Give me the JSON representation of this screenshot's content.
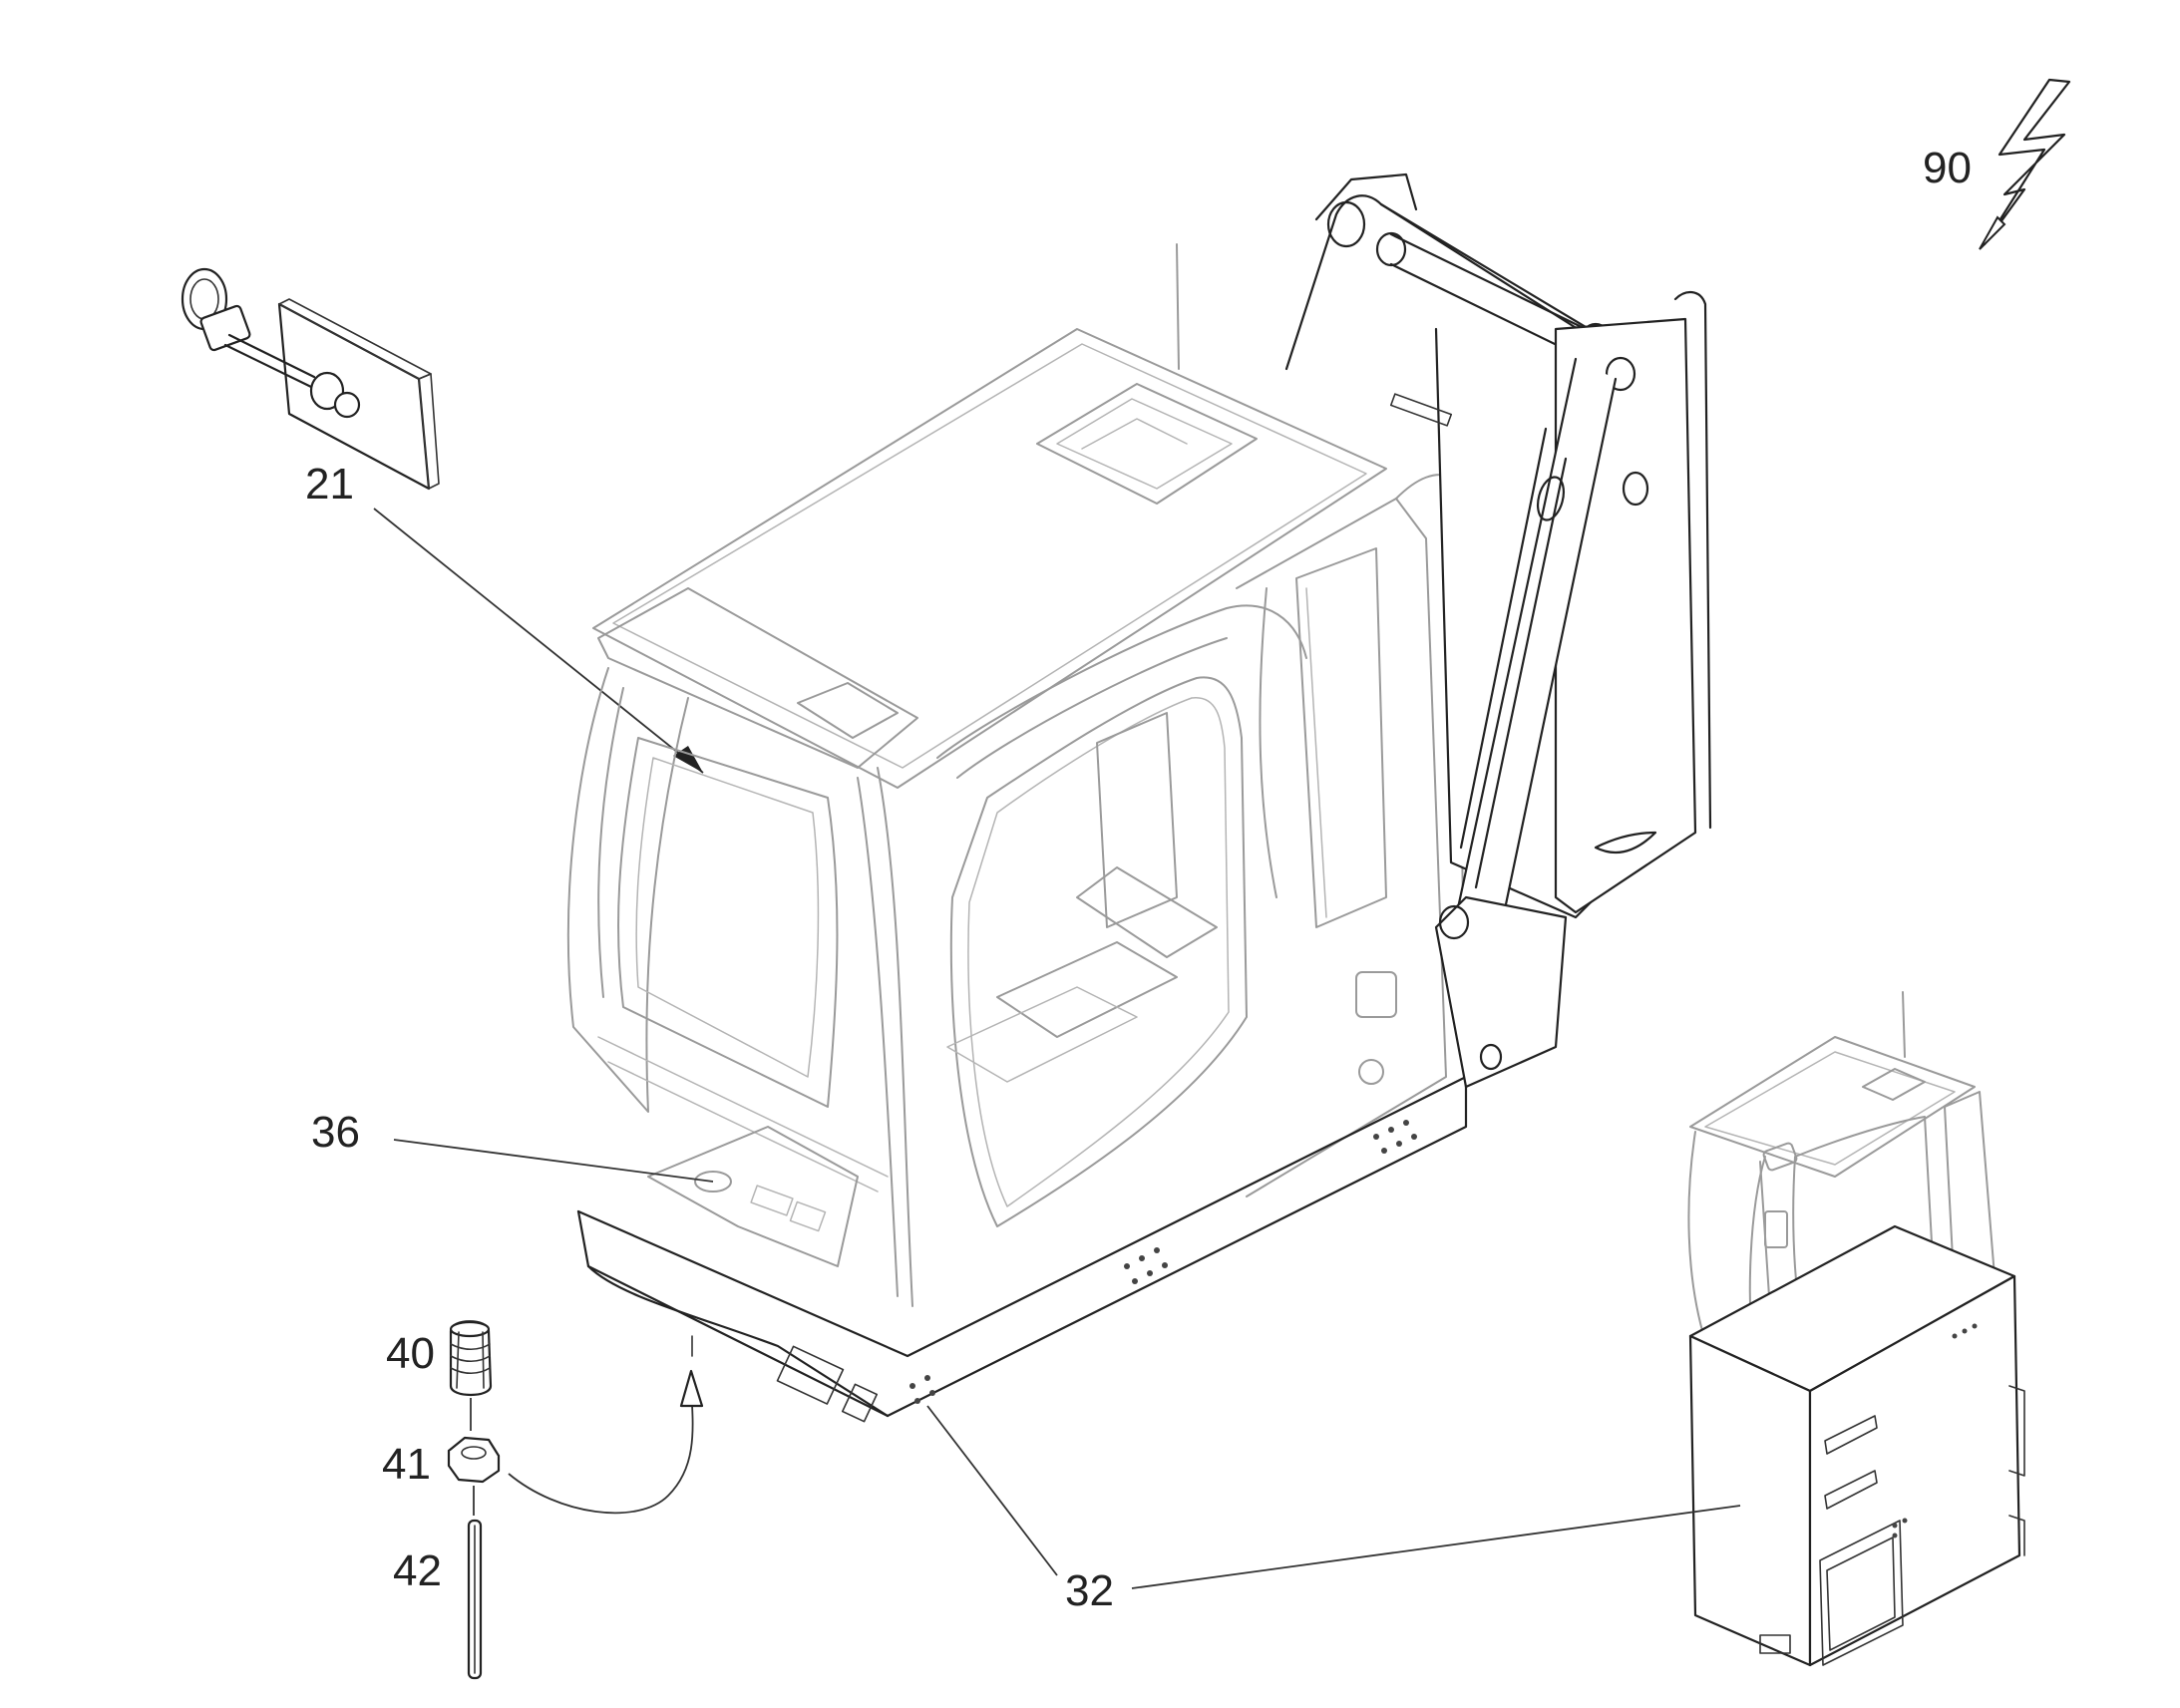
{
  "callouts": {
    "c90": "90",
    "c21": "21",
    "c36": "36",
    "c40": "40",
    "c41": "41",
    "c42": "42",
    "c32": "32"
  },
  "colors": {
    "line": "#222222",
    "cab_line": "#9a9a9a",
    "background": "#ffffff"
  },
  "icons": {
    "lightning": "lightning-bolt-icon",
    "arrow": "assembly-arrow-icon"
  }
}
